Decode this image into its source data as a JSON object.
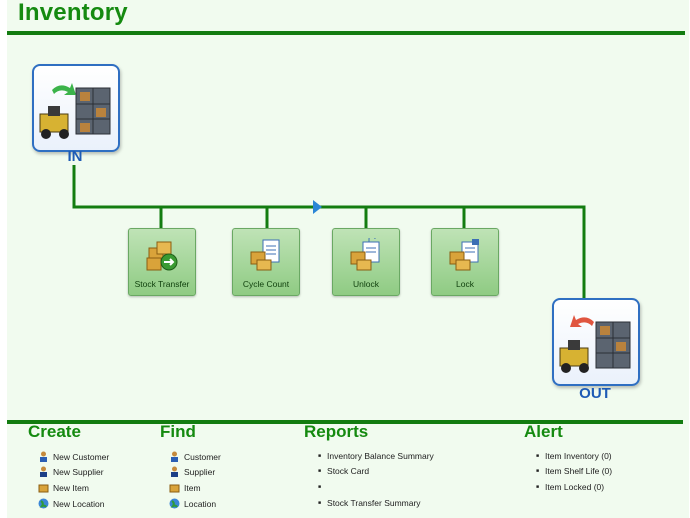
{
  "header": {
    "title": "Inventory"
  },
  "flow": {
    "in_label": "IN",
    "out_label": "OUT",
    "buttons": [
      {
        "label": "Stock Transfer",
        "icon": "stock-transfer-icon"
      },
      {
        "label": "Cycle Count",
        "icon": "cycle-count-icon"
      },
      {
        "label": "Unlock",
        "icon": "unlock-icon"
      },
      {
        "label": "Lock",
        "icon": "lock-icon"
      }
    ]
  },
  "sections": {
    "create": {
      "title": "Create",
      "items": [
        "New Customer",
        "New Supplier",
        "New Item",
        "New Location"
      ]
    },
    "find": {
      "title": "Find",
      "items": [
        "Customer",
        "Supplier",
        "Item",
        "Location"
      ]
    },
    "reports": {
      "title": "Reports",
      "items": [
        "Inventory Balance Summary",
        "Stock Card",
        "",
        "Stock Transfer Summary"
      ]
    },
    "alert": {
      "title": "Alert",
      "items": [
        "Item Inventory (0)",
        "Item Shelf Life (0)",
        "Item Locked (0)"
      ]
    }
  },
  "colors": {
    "accent": "#158a10",
    "line": "#137c10",
    "panel": "#f1fbef",
    "label_blue": "#1e5bb5"
  }
}
